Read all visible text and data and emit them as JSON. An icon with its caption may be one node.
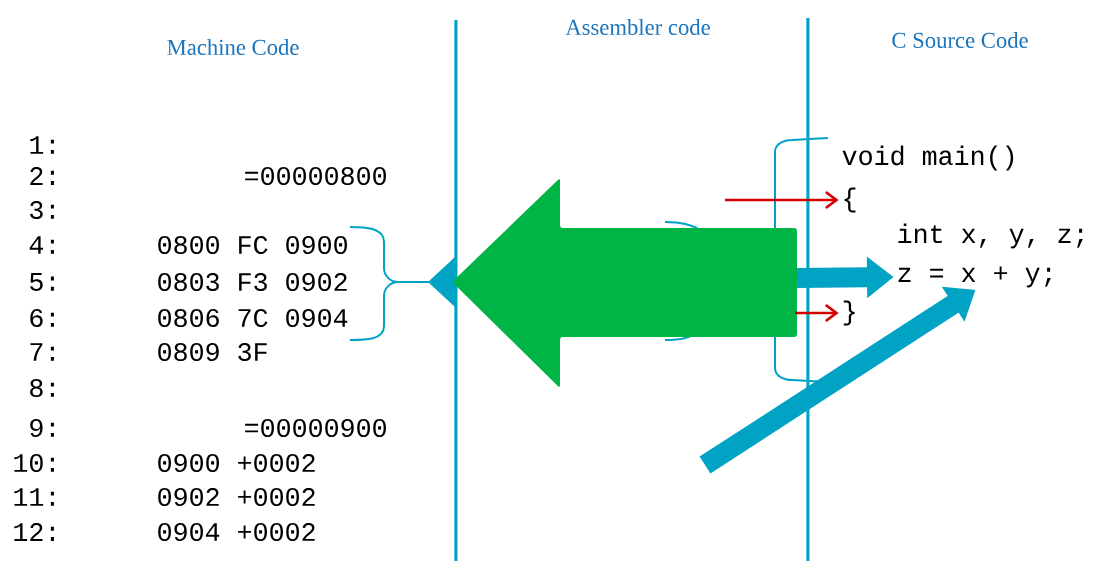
{
  "diagram": {
    "nodes": [
      {
        "text": [
          "{"
        ]
      },
      {
        "text": [
          "z = x + y;"
        ]
      },
      {
        "text": [
          "}"
        ]
      }
    ],
    "edges": [
      {
        "from": null,
        "to": 0,
        "arrow": "to",
        "color": "#d40000"
      },
      {
        "from": null,
        "to": 2,
        "arrow": "to",
        "color": "#d40000"
      },
      {
        "from": null,
        "to": 1,
        "arrow": "to",
        "style": "thick",
        "color": "#00a3c4"
      },
      {
        "from": null,
        "to": 1,
        "arrow": "to",
        "style": "thick",
        "color": "#00a3c4"
      }
    ],
    "labels": [
      "Machine Code",
      "Assembler code",
      "C Source Code",
      "1:",
      "2:",
      "=00000800",
      "3:",
      "4:",
      "0800 FC 0900",
      "5:",
      "0803 F3 0902",
      "6:",
      "0806 7C 0904",
      "7:",
      "0809 3F",
      "8:",
      "9:",
      "=00000900",
      "10:",
      "0900 +0002",
      "11:",
      "0902 +0002",
      "12:",
      "0904 +0002",
      "void main()",
      "int x, y, z;"
    ]
  }
}
